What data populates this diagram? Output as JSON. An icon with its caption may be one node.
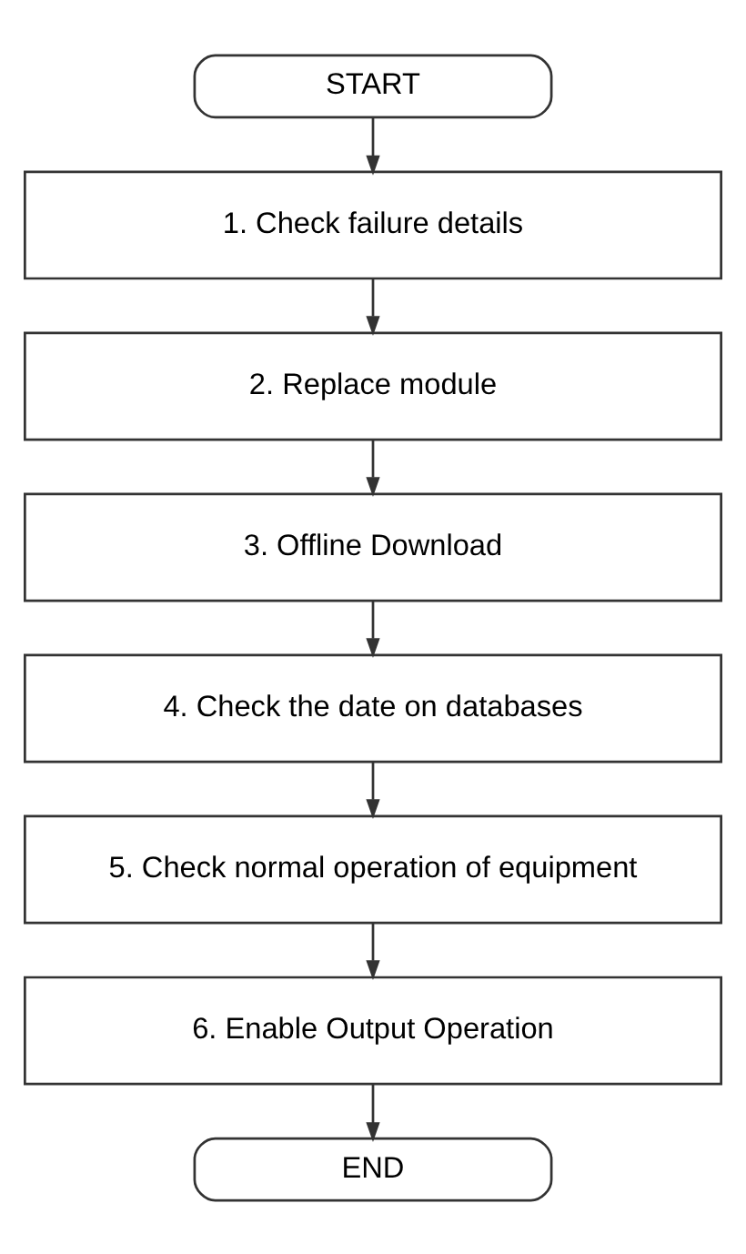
{
  "diagram": {
    "nodes": [
      {
        "text": [
          "START"
        ]
      },
      {
        "text": [
          "1. Check failure details"
        ]
      },
      {
        "text": [
          "2. Replace module"
        ]
      },
      {
        "text": [
          "3. Offline Download"
        ]
      },
      {
        "text": [
          "4. Check the date on databases"
        ]
      },
      {
        "text": [
          "5. Check normal operation of equipment"
        ]
      },
      {
        "text": [
          "6. Enable Output Operation"
        ]
      },
      {
        "text": [
          "END"
        ]
      }
    ],
    "edges": [
      {
        "from": 0,
        "to": 1,
        "arrow": "to"
      },
      {
        "from": 1,
        "to": 2,
        "arrow": "to"
      },
      {
        "from": 2,
        "to": 3,
        "arrow": "to"
      },
      {
        "from": 3,
        "to": 4,
        "arrow": "to"
      },
      {
        "from": 4,
        "to": 5,
        "arrow": "to"
      },
      {
        "from": 5,
        "to": 6,
        "arrow": "to"
      },
      {
        "from": 6,
        "to": 7,
        "arrow": "to"
      }
    ]
  }
}
